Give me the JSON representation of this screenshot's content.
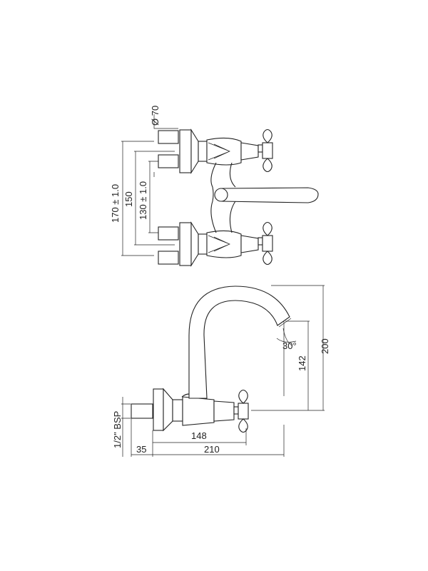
{
  "top_view": {
    "dim_diameter": "Ø 70",
    "dim_overall": "170 ± 1.0",
    "dim_centers": "150",
    "dim_inner": "130 ± 1.0"
  },
  "side_view": {
    "dim_height": "200",
    "dim_outlet_height": "142",
    "dim_angle": "30°",
    "dim_thread": "1/2\" BSP",
    "dim_body_length": "148",
    "dim_projection": "210",
    "dim_inlet": "35"
  },
  "colors": {
    "line": "#222222",
    "background": "#ffffff"
  }
}
